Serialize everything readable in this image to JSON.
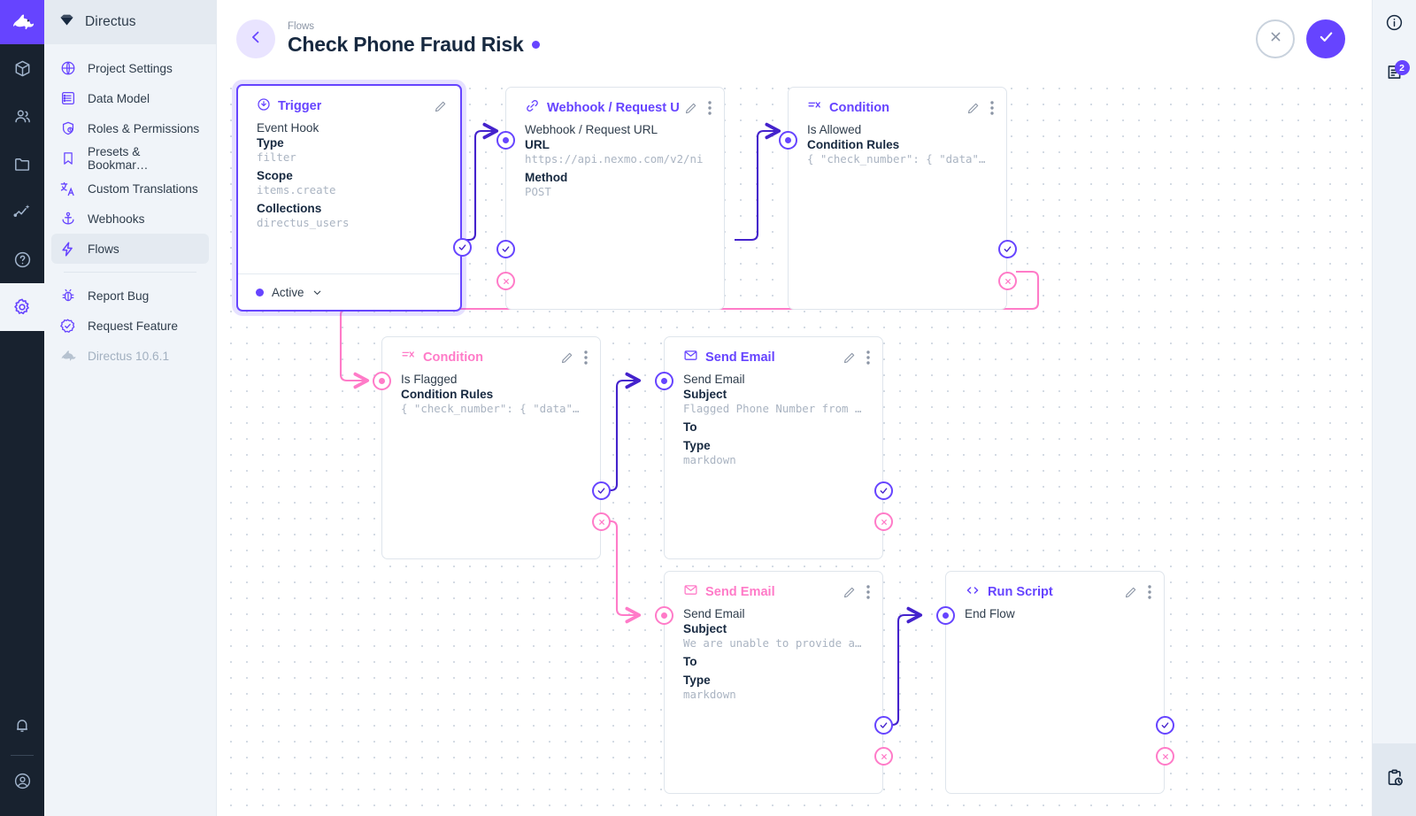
{
  "app": {
    "brand": "Directus",
    "version_label": "Directus 10.6.1"
  },
  "rail": {
    "items": [
      {
        "name": "logo",
        "icon": "rabbit-logo-icon"
      },
      {
        "name": "content",
        "icon": "box-icon"
      },
      {
        "name": "users",
        "icon": "people-icon"
      },
      {
        "name": "files",
        "icon": "folder-icon"
      },
      {
        "name": "insights",
        "icon": "insights-icon"
      },
      {
        "name": "help",
        "icon": "question-circle-icon"
      },
      {
        "name": "settings",
        "icon": "gear-icon"
      },
      {
        "name": "notifications",
        "icon": "bell-icon"
      },
      {
        "name": "account",
        "icon": "account-circle-icon"
      }
    ]
  },
  "sidebar": {
    "header": "Directus",
    "items": [
      {
        "label": "Project Settings",
        "icon": "globe-icon",
        "active": false
      },
      {
        "label": "Data Model",
        "icon": "list-box-icon",
        "active": false
      },
      {
        "label": "Roles & Permissions",
        "icon": "shield-person-icon",
        "active": false
      },
      {
        "label": "Presets & Bookmar…",
        "icon": "bookmark-icon",
        "active": false
      },
      {
        "label": "Custom Translations",
        "icon": "translate-icon",
        "active": false
      },
      {
        "label": "Webhooks",
        "icon": "anchor-icon",
        "active": false
      },
      {
        "label": "Flows",
        "icon": "bolt-icon",
        "active": true
      }
    ],
    "footer_items": [
      {
        "label": "Report Bug",
        "icon": "bug-icon"
      },
      {
        "label": "Request Feature",
        "icon": "check-badge-icon"
      }
    ],
    "version": "Directus 10.6.1"
  },
  "header": {
    "breadcrumb": "Flows",
    "title": "Check Phone Fraud Risk",
    "status_dot_color": "#6644ff",
    "back_icon": "arrow-left-icon",
    "cancel_label": "",
    "save_label": "",
    "cancel_icon": "close-icon",
    "save_icon": "check-icon"
  },
  "right_rail": {
    "items": [
      {
        "name": "info-sidebar",
        "icon": "info-circle-icon",
        "badge": ""
      },
      {
        "name": "revisions-sidebar",
        "icon": "revisions-icon",
        "badge": "2"
      },
      {
        "name": "logs-sidebar",
        "icon": "clipboard-clock-icon",
        "badge": ""
      }
    ]
  },
  "flow": {
    "nodes": [
      {
        "id": "trigger",
        "type_label": "Trigger",
        "type_icon": "trigger-icon",
        "accent": "#6644ff",
        "selected": true,
        "name": "Event Hook",
        "fields": [
          {
            "label": "Type",
            "value": "filter"
          },
          {
            "label": "Scope",
            "value": "items.create"
          },
          {
            "label": "Collections",
            "value": "directus_users"
          }
        ],
        "footer": {
          "status": "Active",
          "chevron": "chevron-down-icon"
        },
        "has_input_port": false,
        "has_reject_port": false,
        "has_menu": false
      },
      {
        "id": "webhook",
        "type_label": "Webhook / Request U",
        "type_icon": "link-icon",
        "accent": "#6644ff",
        "selected": false,
        "name": "Webhook / Request URL",
        "fields": [
          {
            "label": "URL",
            "value": "https://api.nexmo.com/v2/ni"
          },
          {
            "label": "Method",
            "value": "POST"
          }
        ],
        "has_input_port": true,
        "has_reject_port": true,
        "has_menu": true
      },
      {
        "id": "condition-allowed",
        "type_label": "Condition",
        "type_icon": "condition-icon",
        "accent": "#6644ff",
        "selected": false,
        "name": "Is Allowed",
        "fields": [
          {
            "label": "Condition Rules",
            "value": "{ \"check_number\": { \"data\"…"
          }
        ],
        "has_input_port": true,
        "has_reject_port": true,
        "has_menu": true
      },
      {
        "id": "condition-flagged",
        "type_label": "Condition",
        "type_icon": "condition-icon",
        "accent": "#ff7bc8",
        "selected": false,
        "name": "Is Flagged",
        "fields": [
          {
            "label": "Condition Rules",
            "value": "{ \"check_number\": { \"data\"…"
          }
        ],
        "has_input_port": true,
        "has_reject_port": true,
        "has_menu": true
      },
      {
        "id": "send-email-flagged",
        "type_label": "Send Email",
        "type_icon": "mail-icon",
        "accent": "#6644ff",
        "selected": false,
        "name": "Send Email",
        "fields": [
          {
            "label": "Subject",
            "value": "Flagged Phone Number from …"
          },
          {
            "label": "To",
            "value": ""
          },
          {
            "label": "Type",
            "value": "markdown"
          }
        ],
        "has_input_port": true,
        "has_reject_port": true,
        "has_menu": true
      },
      {
        "id": "send-email-unable",
        "type_label": "Send Email",
        "type_icon": "mail-icon",
        "accent": "#ff7bc8",
        "selected": false,
        "name": "Send Email",
        "fields": [
          {
            "label": "Subject",
            "value": "We are unable to provide a…"
          },
          {
            "label": "To",
            "value": ""
          },
          {
            "label": "Type",
            "value": "markdown"
          }
        ],
        "has_input_port": true,
        "has_reject_port": true,
        "has_menu": true
      },
      {
        "id": "run-script",
        "type_label": "Run Script",
        "type_icon": "code-icon",
        "accent": "#6644ff",
        "selected": false,
        "name": "End Flow",
        "fields": [],
        "has_input_port": true,
        "has_reject_port": true,
        "has_menu": true
      }
    ],
    "colors": {
      "resolve": "#4422cc",
      "reject": "#ff7bc8",
      "accent": "#6644ff",
      "panel_border": "#dfe5ec"
    }
  }
}
